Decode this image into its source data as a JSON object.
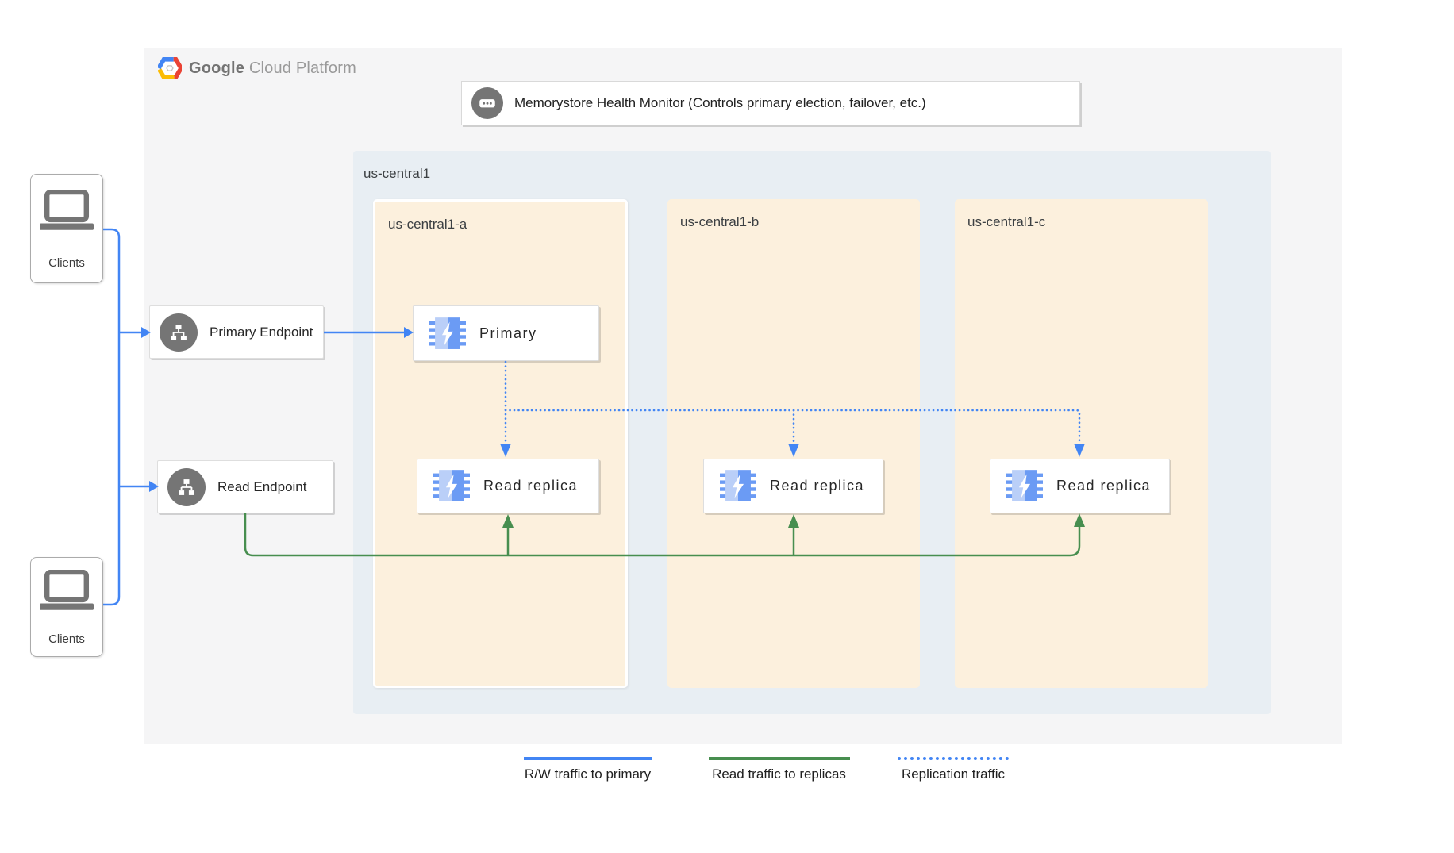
{
  "brand": {
    "name": "Google",
    "suffix": "Cloud Platform"
  },
  "health_monitor": {
    "label": "Memorystore Health Monitor (Controls primary election, failover, etc.)"
  },
  "clients": {
    "top_label": "Clients",
    "bottom_label": "Clients"
  },
  "endpoints": {
    "primary_label": "Primary Endpoint",
    "read_label": "Read Endpoint"
  },
  "region": {
    "label": "us-central1",
    "zones": [
      {
        "label": "us-central1-a"
      },
      {
        "label": "us-central1-b"
      },
      {
        "label": "us-central1-c"
      }
    ]
  },
  "nodes": {
    "primary_label": "Primary",
    "replica_a_label": "Read replica",
    "replica_b_label": "Read replica",
    "replica_c_label": "Read replica"
  },
  "legend": {
    "items": [
      {
        "label": "R/W traffic to primary",
        "style": "solid",
        "color": "#4285f4"
      },
      {
        "label": "Read traffic to replicas",
        "style": "solid",
        "color": "#478e4f"
      },
      {
        "label": "Replication traffic",
        "style": "dotted",
        "color": "#4285f4"
      }
    ]
  },
  "colors": {
    "rw_traffic_blue": "#4285f4",
    "read_traffic_green": "#478e4f",
    "replication_blue": "#4285f4",
    "region_fill": "#e8eef3",
    "zone_fill": "#fcf0dd",
    "panel_fill": "#f5f5f6",
    "icon_gray": "#757575",
    "memorystore_light_blue": "#bacff8",
    "memorystore_blue": "#6b9bf4"
  },
  "icons": {
    "brand": "gcp-hexagon-logo",
    "monitor": "memorystore-ellipsis-icon",
    "endpoint": "sitemap-icon",
    "node": "memorystore-chip-icon",
    "clients": "laptop-icon"
  }
}
